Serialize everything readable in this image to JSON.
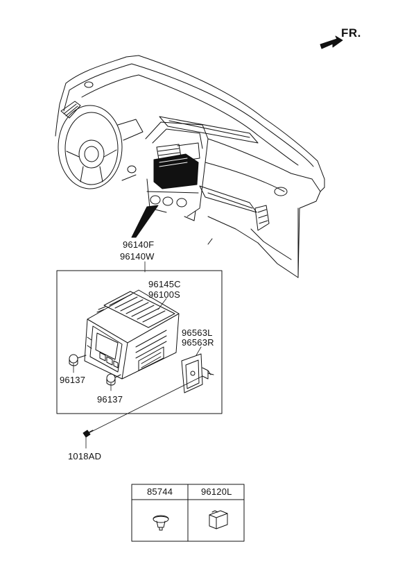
{
  "direction_marker": {
    "label": "FR."
  },
  "labels": {
    "p96140f": "96140F",
    "p96140w": "96140W",
    "p96145c": "96145C",
    "p96100s": "96100S",
    "p96563l": "96563L",
    "p96563r": "96563R",
    "p96137a": "96137",
    "p96137b": "96137",
    "p1018ad": "1018AD"
  },
  "parts_table": [
    {
      "label": "85744",
      "icon": "clip-icon"
    },
    {
      "label": "96120L",
      "icon": "connector-icon"
    }
  ]
}
